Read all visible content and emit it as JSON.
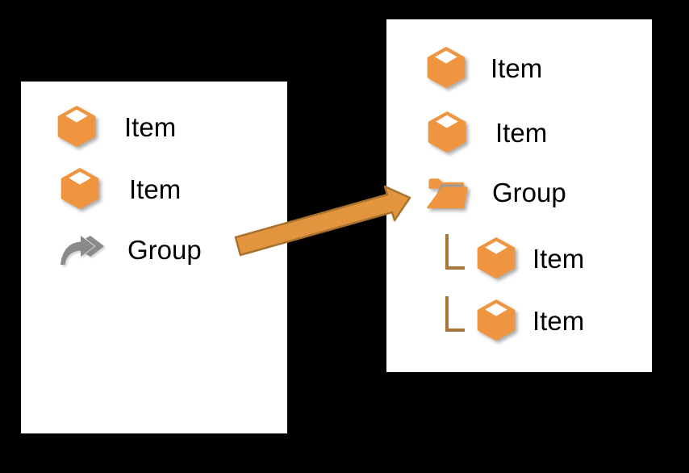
{
  "colors": {
    "background": "#000000",
    "panel_bg": "#FFFFFF",
    "icon_orange": "#EF9540",
    "folder_inner_gray": "#9B9B9B",
    "redirect_gray": "#8A8A8A",
    "connector_brown": "#A8763A",
    "arrow_fill": "#E2943F",
    "arrow_outline": "#A9722E",
    "text": "#000000"
  },
  "left_panel": {
    "rows": [
      {
        "icon": "cube-icon",
        "label": "Item"
      },
      {
        "icon": "cube-icon",
        "label": "Item"
      },
      {
        "icon": "redirect-icon",
        "label": "Group"
      }
    ]
  },
  "right_panel": {
    "rows": [
      {
        "icon": "cube-icon",
        "label": "Item"
      },
      {
        "icon": "cube-icon",
        "label": "Item"
      },
      {
        "icon": "folder-icon",
        "label": "Group"
      },
      {
        "icon": "cube-icon",
        "label": "Item",
        "indented": true
      },
      {
        "icon": "cube-icon",
        "label": "Item",
        "indented": true
      }
    ]
  },
  "arrow": {
    "direction": "left-to-right"
  }
}
